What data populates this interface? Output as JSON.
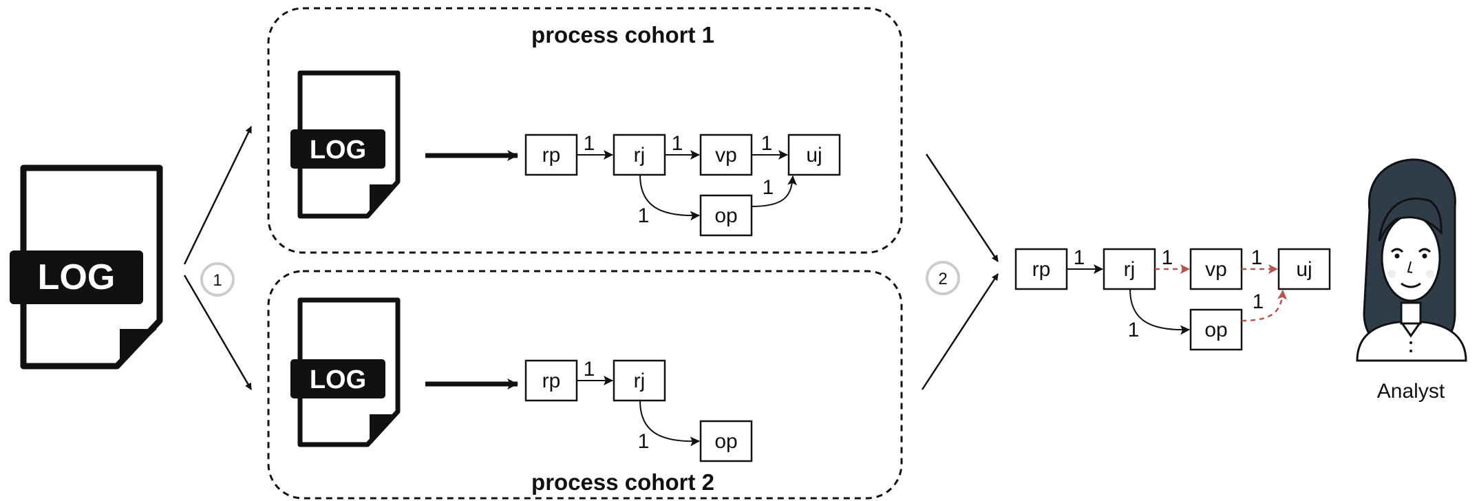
{
  "log_label": "LOG",
  "steps": [
    "1",
    "2"
  ],
  "cohort1": {
    "title": "process cohort 1",
    "nodes": [
      "rp",
      "rj",
      "vp",
      "uj",
      "op"
    ],
    "edge_labels": [
      "1",
      "1",
      "1",
      "1",
      "1"
    ]
  },
  "cohort2": {
    "title": "process cohort 2",
    "nodes": [
      "rp",
      "rj",
      "op"
    ],
    "edge_labels": [
      "1",
      "1"
    ]
  },
  "result": {
    "nodes": [
      "rp",
      "rj",
      "vp",
      "uj",
      "op"
    ],
    "edge_labels": [
      "1",
      "1",
      "1",
      "1",
      "1"
    ],
    "new_edge_color": "#b85450"
  },
  "analyst": {
    "label": "Analyst"
  }
}
